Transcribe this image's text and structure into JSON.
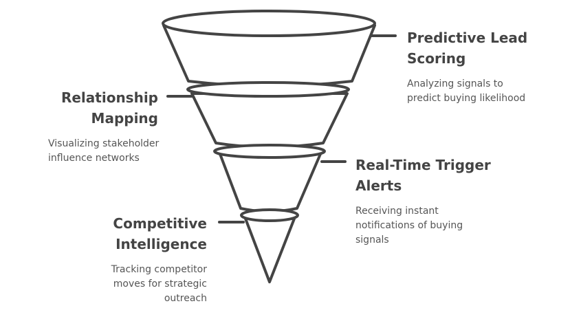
{
  "colors": {
    "stroke": "#444444",
    "title": "#444444",
    "description": "#555555"
  },
  "stages": [
    {
      "title_lines": [
        "Predictive Lead",
        "Scoring"
      ],
      "description_lines": [
        "Analyzing signals to",
        "predict buying likelihood"
      ]
    },
    {
      "title_lines": [
        "Relationship",
        "Mapping"
      ],
      "description_lines": [
        "Visualizing stakeholder",
        "influence networks"
      ]
    },
    {
      "title_lines": [
        "Real-Time Trigger",
        "Alerts"
      ],
      "description_lines": [
        "Receiving instant",
        "notifications of buying",
        "signals"
      ]
    },
    {
      "title_lines": [
        "Competitive",
        "Intelligence"
      ],
      "description_lines": [
        "Tracking competitor",
        "moves for strategic",
        "outreach"
      ]
    }
  ]
}
